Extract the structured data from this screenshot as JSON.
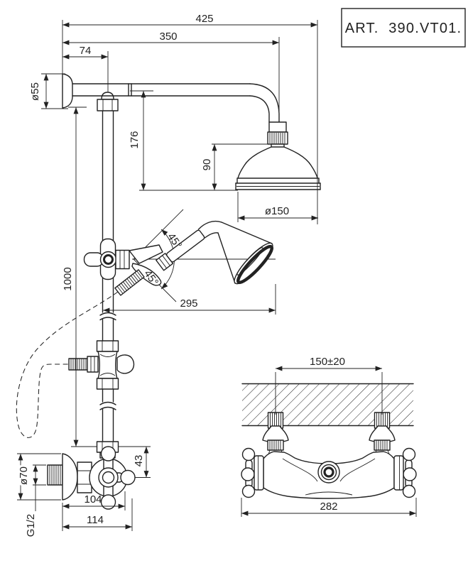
{
  "title_block": {
    "article": "ART. 390.VT01."
  },
  "colors": {
    "line": "#222222",
    "background": "#ffffff"
  },
  "dimensions": {
    "overall_reach": "425",
    "arm_reach": "350",
    "arm_offset": "74",
    "flange_diameter": "ø55",
    "head_drop": "176",
    "head_height": "90",
    "head_diameter": "ø150",
    "swivel_up": "45°",
    "swivel_down": "45°",
    "handshower_reach": "295",
    "riser_height": "1000",
    "inlet_spacing": "150±20",
    "rosette_diameter": "ø70",
    "outlet_offset": "43",
    "body_depth": "104",
    "overall_depth": "114",
    "thread": "G1/2",
    "body_width": "282"
  }
}
